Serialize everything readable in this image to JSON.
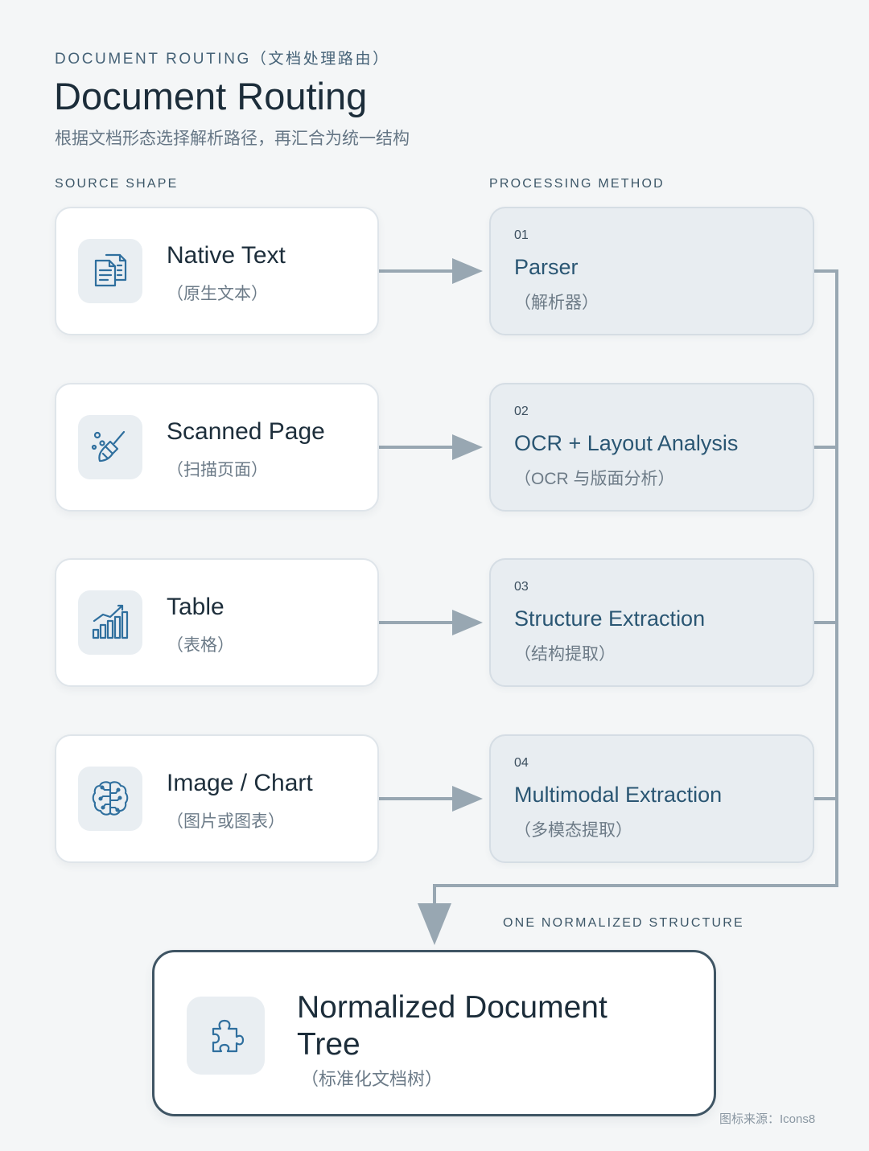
{
  "header": {
    "eyebrow": "DOCUMENT ROUTING（文档处理路由）",
    "title": "Document Routing",
    "subtitle": "根据文档形态选择解析路径，再汇合为统一结构"
  },
  "columns": {
    "source_label": "SOURCE SHAPE",
    "method_label": "PROCESSING METHOD"
  },
  "sources": [
    {
      "title": "Native Text",
      "subtitle": "（原生文本）",
      "icon": "document-text-icon"
    },
    {
      "title": "Scanned Page",
      "subtitle": "（扫描页面）",
      "icon": "broom-icon"
    },
    {
      "title": "Table",
      "subtitle": "（表格）",
      "icon": "bar-chart-icon"
    },
    {
      "title": "Image / Chart",
      "subtitle": "（图片或图表）",
      "icon": "brain-circuit-icon"
    }
  ],
  "methods": [
    {
      "number": "01",
      "title": "Parser",
      "subtitle": "（解析器）"
    },
    {
      "number": "02",
      "title": "OCR + Layout Analysis",
      "subtitle": "（OCR 与版面分析）"
    },
    {
      "number": "03",
      "title": "Structure Extraction",
      "subtitle": "（结构提取）"
    },
    {
      "number": "04",
      "title": "Multimodal Extraction",
      "subtitle": "（多模态提取）"
    }
  ],
  "output": {
    "label": "ONE NORMALIZED STRUCTURE",
    "title": "Normalized Document Tree",
    "subtitle": "（标准化文档树）",
    "icon": "puzzle-icon"
  },
  "credit": "图标来源：Icons8",
  "colors": {
    "background": "#f4f6f7",
    "card": "#ffffff",
    "method_card": "#e8edf1",
    "connector": "#98a7b2",
    "accent": "#2a5673",
    "icon_blue": "#2f6f9e"
  }
}
